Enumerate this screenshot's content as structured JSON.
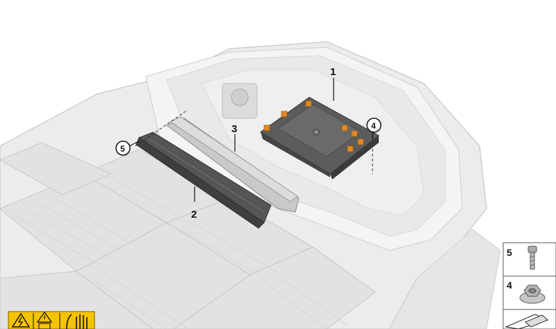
{
  "callouts": {
    "c1": "1",
    "c2": "2",
    "c3": "3",
    "c4": "4",
    "c5": "5"
  },
  "legend": {
    "item5": {
      "number": "5",
      "icon": "bolt-icon"
    },
    "item4": {
      "number": "4",
      "icon": "flange-nut-icon"
    },
    "item_extra": {
      "icon": "symbol-icon"
    }
  },
  "warning_label": {
    "icons": [
      "high-voltage-warning-icon",
      "caution-icon",
      "manual-icon",
      "gloves-icon"
    ],
    "color": "#f5c400"
  }
}
